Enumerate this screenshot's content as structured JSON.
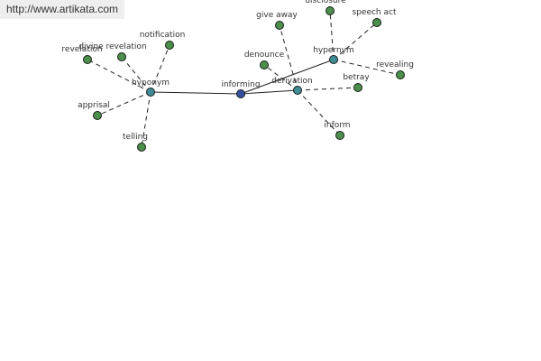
{
  "watermark": {
    "url": "http://www.artikata.com"
  },
  "colors": {
    "center": "#334fa0",
    "relation": "#3f8c96",
    "term": "#4a8f4a",
    "outline": "#1a1a1a"
  },
  "nodes": {
    "informing": {
      "label": "informing",
      "kind": "center"
    },
    "hyponym": {
      "label": "hyponym",
      "kind": "relation"
    },
    "derivation": {
      "label": "derivation",
      "kind": "relation"
    },
    "hypernym": {
      "label": "hypernym",
      "kind": "relation"
    },
    "revelation": {
      "label": "revelation",
      "kind": "term"
    },
    "divine_revelation": {
      "label": "divine revelation",
      "kind": "term"
    },
    "notification": {
      "label": "notification",
      "kind": "term"
    },
    "apprisal": {
      "label": "apprisal",
      "kind": "term"
    },
    "telling": {
      "label": "telling",
      "kind": "term"
    },
    "give_away": {
      "label": "give away",
      "kind": "term"
    },
    "disclosure": {
      "label": "disclosure",
      "kind": "term"
    },
    "speech_act": {
      "label": "speech act",
      "kind": "term"
    },
    "denounce": {
      "label": "denounce",
      "kind": "term"
    },
    "revealing": {
      "label": "revealing",
      "kind": "term"
    },
    "betray": {
      "label": "betray",
      "kind": "term"
    },
    "inform": {
      "label": "inform",
      "kind": "term"
    }
  },
  "edges": [
    {
      "from": "informing",
      "to": "hyponym",
      "style": "solid"
    },
    {
      "from": "informing",
      "to": "derivation",
      "style": "solid"
    },
    {
      "from": "informing",
      "to": "hypernym",
      "style": "solid"
    },
    {
      "from": "hyponym",
      "to": "revelation",
      "style": "dashed"
    },
    {
      "from": "hyponym",
      "to": "divine_revelation",
      "style": "dashed"
    },
    {
      "from": "hyponym",
      "to": "notification",
      "style": "dashed"
    },
    {
      "from": "hyponym",
      "to": "apprisal",
      "style": "dashed"
    },
    {
      "from": "hyponym",
      "to": "telling",
      "style": "dashed"
    },
    {
      "from": "derivation",
      "to": "give_away",
      "style": "dashed"
    },
    {
      "from": "derivation",
      "to": "denounce",
      "style": "dashed"
    },
    {
      "from": "derivation",
      "to": "betray",
      "style": "dashed"
    },
    {
      "from": "derivation",
      "to": "inform",
      "style": "dashed"
    },
    {
      "from": "hypernym",
      "to": "disclosure",
      "style": "dashed"
    },
    {
      "from": "hypernym",
      "to": "speech_act",
      "style": "dashed"
    },
    {
      "from": "hypernym",
      "to": "revealing",
      "style": "dashed"
    }
  ]
}
